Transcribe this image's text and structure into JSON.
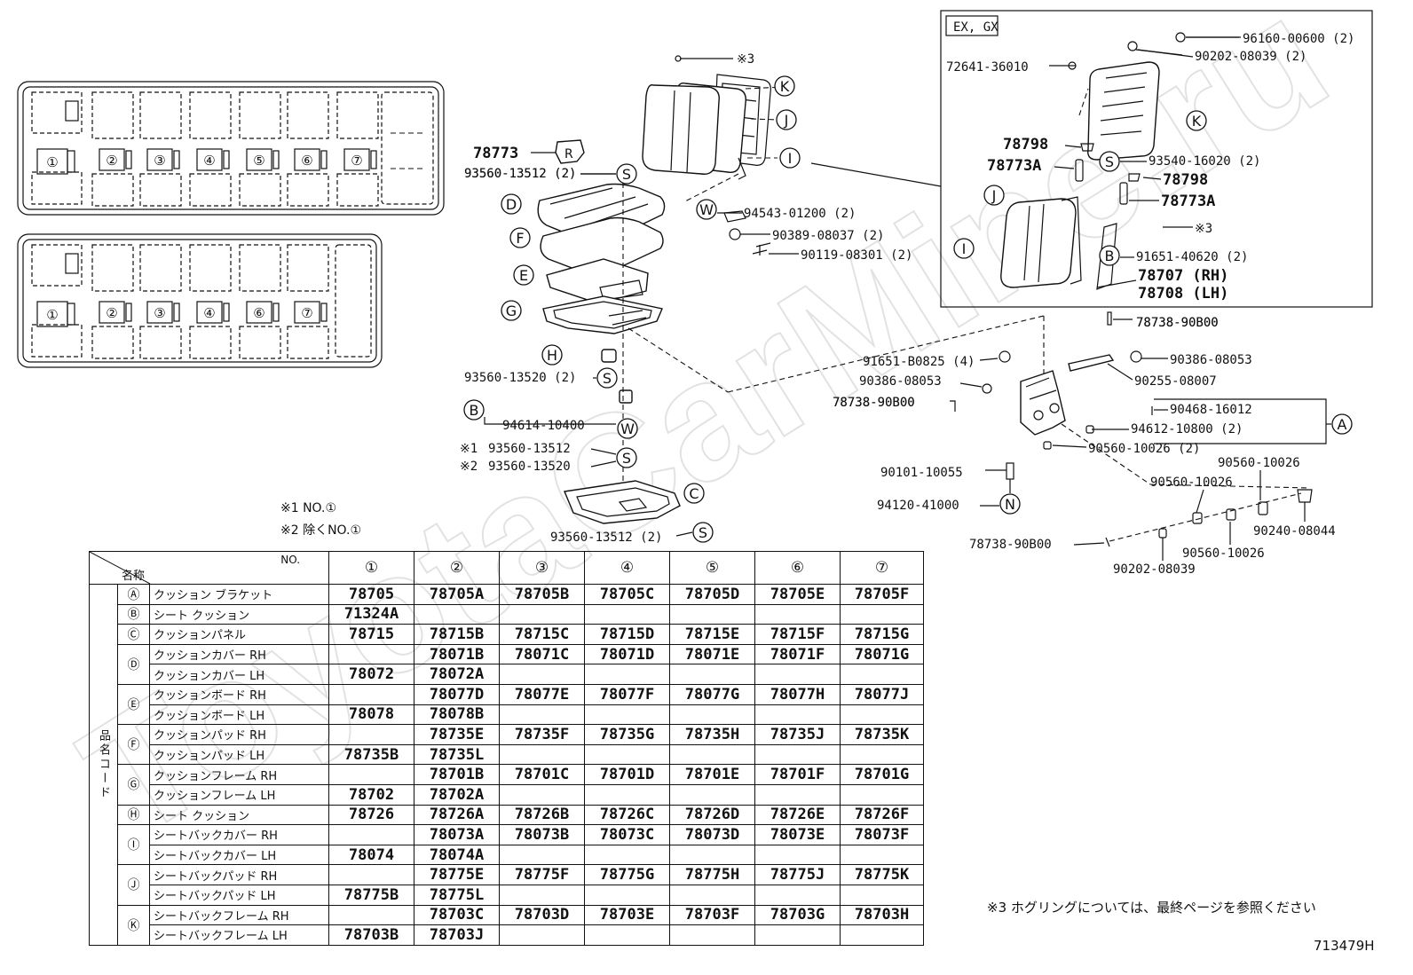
{
  "watermark": "ToyotaCarMine.ru",
  "seat_layouts": {
    "layout_a": [
      "①",
      "②",
      "③",
      "④",
      "⑤",
      "⑥",
      "⑦"
    ],
    "layout_b": [
      "①",
      "②",
      "③",
      "④",
      "⑥",
      "⑦"
    ]
  },
  "inset": {
    "title": "EX, GX",
    "labels": {
      "p96160": "96160-00600 (2)",
      "p90202": "90202-08039 (2)",
      "p72641": "72641-36010",
      "p78798a": "78798",
      "p78773a_left": "78773A",
      "p93540": "93540-16020 (2)",
      "p78798b": "78798",
      "p78773a_right": "78773A",
      "p3": "※3",
      "p91651": "91651-40620 (2)",
      "p78707": "78707 (RH)",
      "p78708": "78708 (LH)"
    },
    "callouts": {
      "K": "K",
      "S": "S",
      "J": "J",
      "I": "I",
      "B": "B"
    }
  },
  "callouts": {
    "A": "A",
    "B": "B",
    "C": "C",
    "D": "D",
    "E": "E",
    "F": "F",
    "G": "G",
    "H": "H",
    "I": "I",
    "J": "J",
    "K": "K",
    "N": "N",
    "S": "S",
    "W": "W"
  },
  "labels": {
    "seatback_3": "※3",
    "p78773": "78773",
    "p93560_13512_2a": "93560-13512 (2)",
    "p94543": "94543-01200 (2)",
    "p90389": "90389-08037 (2)",
    "p90119": "90119-08301 (2)",
    "p93560_13520_2": "93560-13520 (2)",
    "p94614": "94614-10400",
    "n1_prefix": "※1",
    "p93560_13512": "93560-13512",
    "n2_prefix": "※2",
    "p93560_13520": "93560-13520",
    "p93560_13512_2b": "93560-13512 (2)",
    "p78738_top": "78738-90B00",
    "p91651_b0825": "91651-B0825 (4)",
    "p90386_right": "90386-08053",
    "p90386_left": "90386-08053",
    "p90255": "90255-08007",
    "p78738_mid": "78738-90B00",
    "p90468": "90468-16012",
    "p94612": "94612-10800 (2)",
    "p90560_2": "90560-10026 (2)",
    "p90101": "90101-10055",
    "p90560_a": "90560-10026",
    "p90560_b": "90560-10026",
    "p94120": "94120-41000",
    "p90240": "90240-08044",
    "p78738_bottom": "78738-90B00",
    "p90560_c": "90560-10026",
    "p90202_bottom": "90202-08039"
  },
  "notes": {
    "note1": "※1 NO.①",
    "note2": "※2 除くNO.①",
    "note3": "※3  ホグリングについては、最終ページを参照ください",
    "figure_number": "713479H"
  },
  "parts_table": {
    "header_no": "NO.",
    "header_name": "名称",
    "vertical_label": "品名コード",
    "columns": [
      "①",
      "②",
      "③",
      "④",
      "⑤",
      "⑥",
      "⑦"
    ],
    "groups": [
      {
        "code": "Ⓐ",
        "rows": [
          {
            "name": "クッション ブラケット",
            "values": [
              "78705",
              "78705A",
              "78705B",
              "78705C",
              "78705D",
              "78705E",
              "78705F"
            ]
          }
        ]
      },
      {
        "code": "Ⓑ",
        "rows": [
          {
            "name": "シート クッション",
            "values": [
              "71324A",
              "",
              "",
              "",
              "",
              "",
              ""
            ]
          }
        ]
      },
      {
        "code": "Ⓒ",
        "rows": [
          {
            "name": "クッションパネル",
            "values": [
              "78715",
              "78715B",
              "78715C",
              "78715D",
              "78715E",
              "78715F",
              "78715G"
            ]
          }
        ]
      },
      {
        "code": "Ⓓ",
        "rows": [
          {
            "name": "クッションカバー RH",
            "values": [
              "",
              "78071B",
              "78071C",
              "78071D",
              "78071E",
              "78071F",
              "78071G"
            ]
          },
          {
            "name": "クッションカバー LH",
            "values": [
              "78072",
              "78072A",
              "",
              "",
              "",
              "",
              ""
            ]
          }
        ]
      },
      {
        "code": "Ⓔ",
        "rows": [
          {
            "name": "クッションボード RH",
            "values": [
              "",
              "78077D",
              "78077E",
              "78077F",
              "78077G",
              "78077H",
              "78077J"
            ]
          },
          {
            "name": "クッションボード LH",
            "values": [
              "78078",
              "78078B",
              "",
              "",
              "",
              "",
              ""
            ]
          }
        ]
      },
      {
        "code": "Ⓕ",
        "rows": [
          {
            "name": "クッションパッド RH",
            "values": [
              "",
              "78735E",
              "78735F",
              "78735G",
              "78735H",
              "78735J",
              "78735K"
            ]
          },
          {
            "name": "クッションパッド LH",
            "values": [
              "78735B",
              "78735L",
              "",
              "",
              "",
              "",
              ""
            ]
          }
        ]
      },
      {
        "code": "Ⓖ",
        "rows": [
          {
            "name": "クッションフレーム RH",
            "values": [
              "",
              "78701B",
              "78701C",
              "78701D",
              "78701E",
              "78701F",
              "78701G"
            ]
          },
          {
            "name": "クッションフレーム LH",
            "values": [
              "78702",
              "78702A",
              "",
              "",
              "",
              "",
              ""
            ]
          }
        ]
      },
      {
        "code": "Ⓗ",
        "rows": [
          {
            "name": "シート クッション",
            "values": [
              "78726",
              "78726A",
              "78726B",
              "78726C",
              "78726D",
              "78726E",
              "78726F"
            ]
          }
        ]
      },
      {
        "code": "Ⓘ",
        "rows": [
          {
            "name": "シートバックカバー RH",
            "values": [
              "",
              "78073A",
              "78073B",
              "78073C",
              "78073D",
              "78073E",
              "78073F"
            ]
          },
          {
            "name": "シートバックカバー LH",
            "values": [
              "78074",
              "78074A",
              "",
              "",
              "",
              "",
              ""
            ]
          }
        ]
      },
      {
        "code": "Ⓙ",
        "rows": [
          {
            "name": "シートバックパッド RH",
            "values": [
              "",
              "78775E",
              "78775F",
              "78775G",
              "78775H",
              "78775J",
              "78775K"
            ]
          },
          {
            "name": "シートバックパッド LH",
            "values": [
              "78775B",
              "78775L",
              "",
              "",
              "",
              "",
              ""
            ]
          }
        ]
      },
      {
        "code": "Ⓚ",
        "rows": [
          {
            "name": "シートバックフレーム RH",
            "values": [
              "",
              "78703C",
              "78703D",
              "78703E",
              "78703F",
              "78703G",
              "78703H"
            ]
          },
          {
            "name": "シートバックフレーム LH",
            "values": [
              "78703B",
              "78703J",
              "",
              "",
              "",
              "",
              ""
            ]
          }
        ]
      }
    ]
  }
}
